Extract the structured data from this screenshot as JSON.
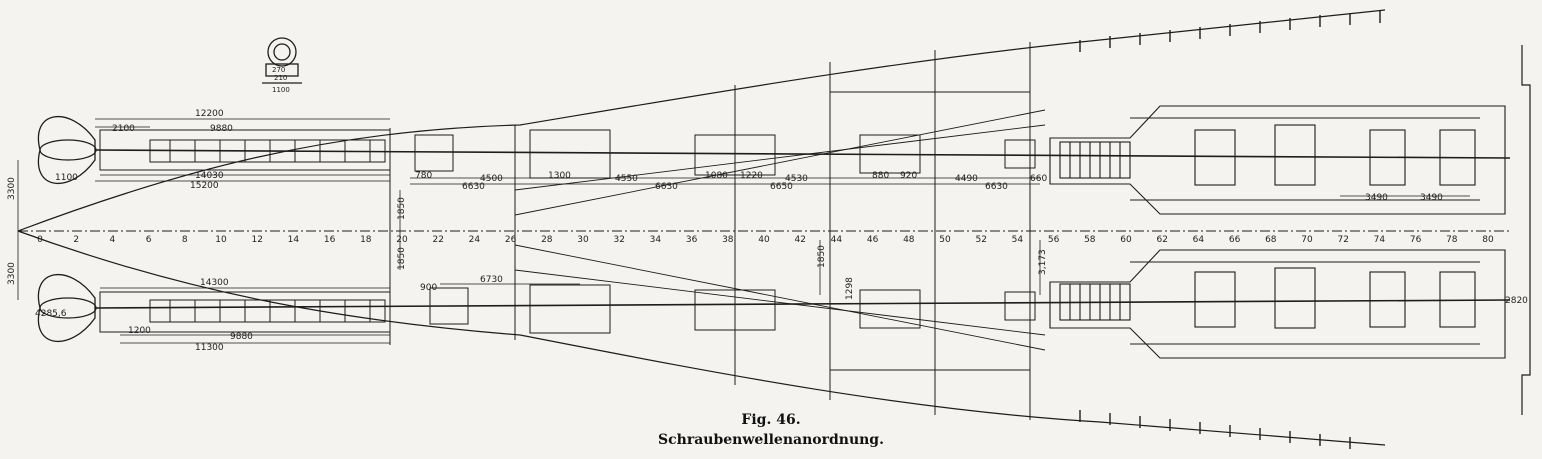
{
  "caption": {
    "figure_number": "Fig. 46.",
    "title": "Schraubenwellenanordnung."
  },
  "frame_numbers": [
    "0",
    "2",
    "4",
    "6",
    "8",
    "10",
    "12",
    "14",
    "16",
    "18",
    "20",
    "22",
    "24",
    "26",
    "28",
    "30",
    "32",
    "34",
    "36",
    "38",
    "40",
    "42",
    "44",
    "46",
    "48",
    "50",
    "52",
    "54",
    "56",
    "58",
    "60",
    "62",
    "64",
    "66",
    "68",
    "70",
    "72",
    "74",
    "76",
    "78",
    "80"
  ],
  "dimensions": {
    "top": {
      "overall_12200": "12200",
      "d_2100": "2100",
      "d_9880": "9880",
      "d_14030": "14030",
      "d_15200": "15200",
      "d_1100": "1100",
      "d_780": "780",
      "d_4500": "4500",
      "d_6630_a": "6630",
      "d_1300": "1300",
      "d_4550": "4550",
      "d_6630_b": "6630",
      "d_1080": "1080",
      "d_1220": "1220",
      "d_4530": "4530",
      "d_6650": "6650",
      "d_880": "880",
      "d_920": "920",
      "d_4490": "4490",
      "d_6630_c": "6630",
      "d_660": "660",
      "d_3490_a": "3490",
      "d_3490_b": "3490"
    },
    "bottom": {
      "d_14300": "14300",
      "d_900": "900",
      "d_6730": "6730",
      "d_1200": "1200",
      "d_9880": "9880",
      "d_11300": "11300",
      "d_2820": "2820",
      "d_1850_a": "1850",
      "d_1850_b": "1850",
      "d_1298": "1298",
      "d_3173": "3,173",
      "d_4285": "4285,6"
    },
    "vertical": {
      "d_3300_top": "3300",
      "d_3300_bottom": "3300",
      "d_1850_side": "1850"
    },
    "inset": {
      "d_1100": "1100",
      "d_270": "270",
      "d_210": "210"
    }
  }
}
